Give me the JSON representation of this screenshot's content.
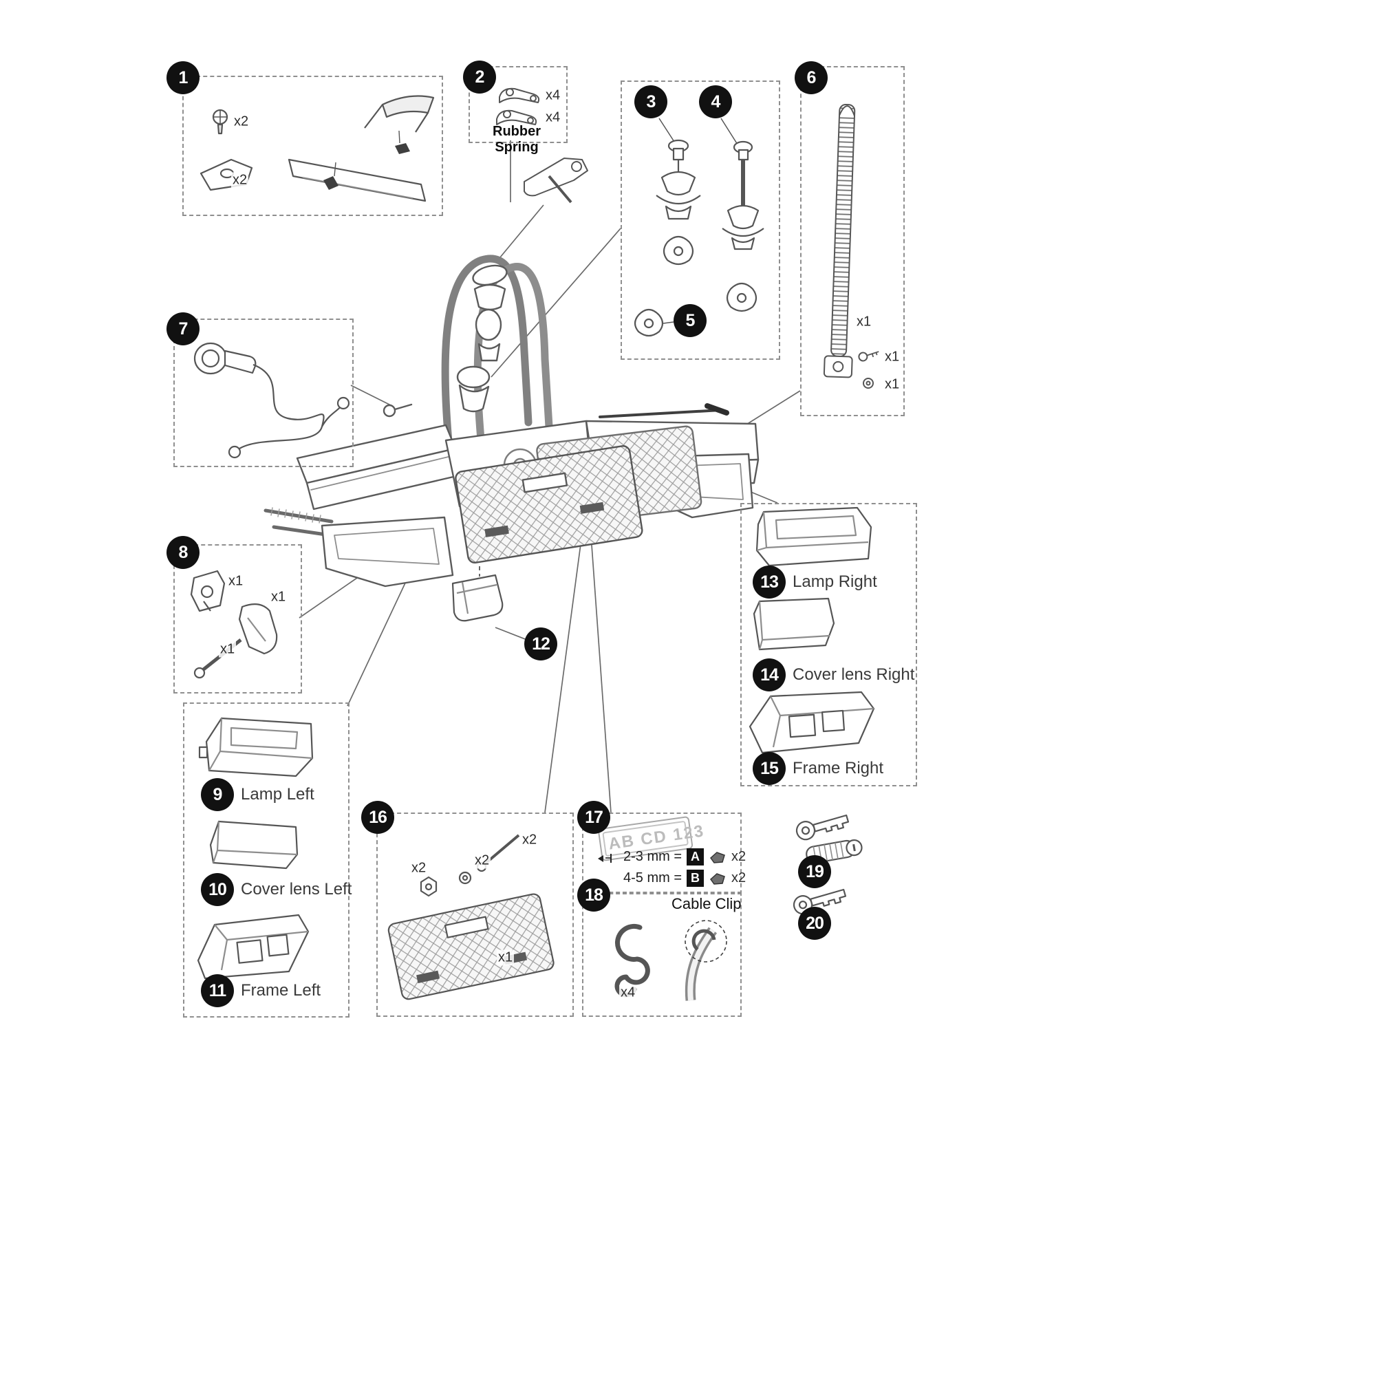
{
  "badges": {
    "n1": "1",
    "n2": "2",
    "n3": "3",
    "n4": "4",
    "n5": "5",
    "n6": "6",
    "n7": "7",
    "n8": "8",
    "n9": "9",
    "n10": "10",
    "n11": "11",
    "n12": "12",
    "n13": "13",
    "n14": "14",
    "n15": "15",
    "n16": "16",
    "n17": "17",
    "n18": "18",
    "n19": "19",
    "n20": "20"
  },
  "labels": {
    "rubber_spring": "Rubber Spring",
    "lamp_left": "Lamp Left",
    "cover_lens_left": "Cover lens Left",
    "frame_left": "Frame Left",
    "lamp_right": "Lamp Right",
    "cover_lens_right": "Cover lens Right",
    "frame_right": "Frame Right",
    "cable_clip": "Cable Clip"
  },
  "quantities": {
    "group1_screw": "x2",
    "group1_plate": "x2",
    "group2_spring_top": "x4",
    "group2_spring_bottom": "x4",
    "group6_strap": "x1",
    "group6_key": "x1",
    "group6_washer": "x1",
    "group8_bracket": "x1",
    "group8_latch": "x1",
    "group8_bolt": "x1",
    "group16_screw": "x2",
    "group16_washer": "x2",
    "group16_bolt": "x2",
    "group16_plate": "x1",
    "group18_clip": "x4"
  },
  "license_plate": {
    "text": "AB CD 123",
    "row1": {
      "size": "2-3 mm =",
      "letter": "A",
      "qty": "x2"
    },
    "row2": {
      "size": "4-5 mm =",
      "letter": "B",
      "qty": "x2"
    }
  },
  "colors": {
    "line": "#555555",
    "badge_background": "#111111",
    "badge_text": "#ffffff",
    "box_border": "#8f8f8f",
    "plate_text": "#bcbcbc"
  }
}
